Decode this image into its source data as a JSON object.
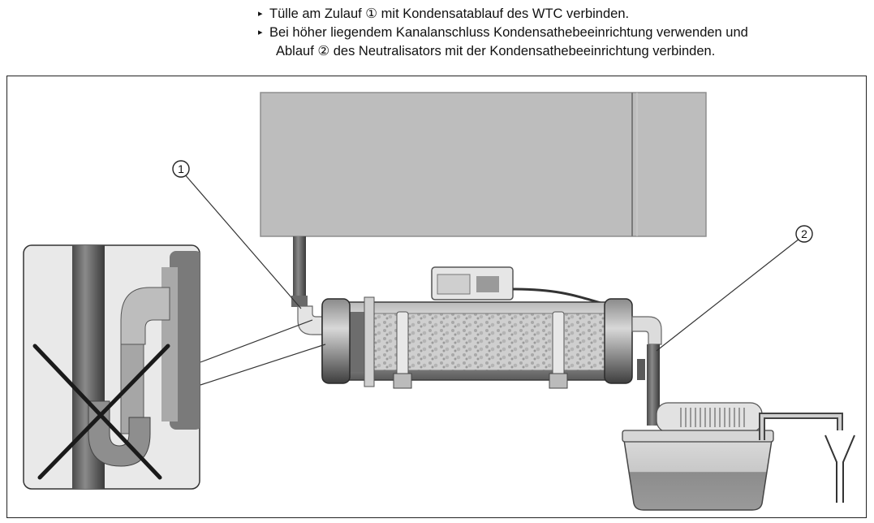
{
  "instructions": [
    {
      "bullet": "▸",
      "text": "Tülle am Zulauf ① mit Kondensatablauf des WTC verbinden."
    },
    {
      "bullet": "▸",
      "text": "Bei höher liegendem Kanalanschluss Kondensathebeeinrichtung verwenden und"
    },
    {
      "bullet": "",
      "text": "Ablauf ② des Neutralisators mit der Kondensathebeeinrichtung verbinden."
    }
  ],
  "callouts": {
    "inlet": "1",
    "outlet": "2"
  },
  "figure": {
    "icons": [
      "boiler-unit",
      "condensate-drain-pipe",
      "neutralizer-cartridge",
      "condensate-pump",
      "drain-funnel",
      "detail-wrong-siphon",
      "cross-out-icon"
    ]
  }
}
